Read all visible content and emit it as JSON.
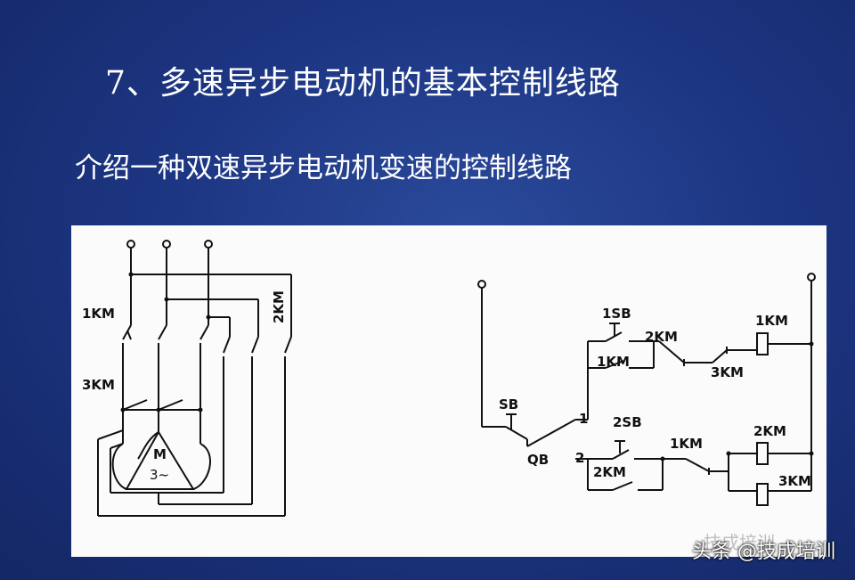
{
  "slide": {
    "title": "7、多速异步电动机的基本控制线路",
    "subtitle": "介绍一种双速异步电动机变速的控制线路"
  },
  "diagram": {
    "main_circuit": {
      "label_1km": "1KM",
      "label_2km": "2KM",
      "label_3km": "3KM",
      "motor_label": "M",
      "motor_phase": "3~"
    },
    "control_circuit": {
      "label_1sb": "1SB",
      "label_2sb": "2SB",
      "label_sb": "SB",
      "label_qb": "QB",
      "label_pos1": "1",
      "label_pos2": "2",
      "label_1km_coil": "1KM",
      "label_2km_coil": "2KM",
      "label_3km_coil": "3KM",
      "label_1km_aux": "1KM",
      "label_2km_aux": "2KM",
      "label_2km_nc": "2KM",
      "label_3km_nc": "3KM",
      "label_1km_nc": "1KM"
    }
  },
  "watermark": {
    "text": "头条 @技成培训",
    "ghost": "技成培训"
  }
}
